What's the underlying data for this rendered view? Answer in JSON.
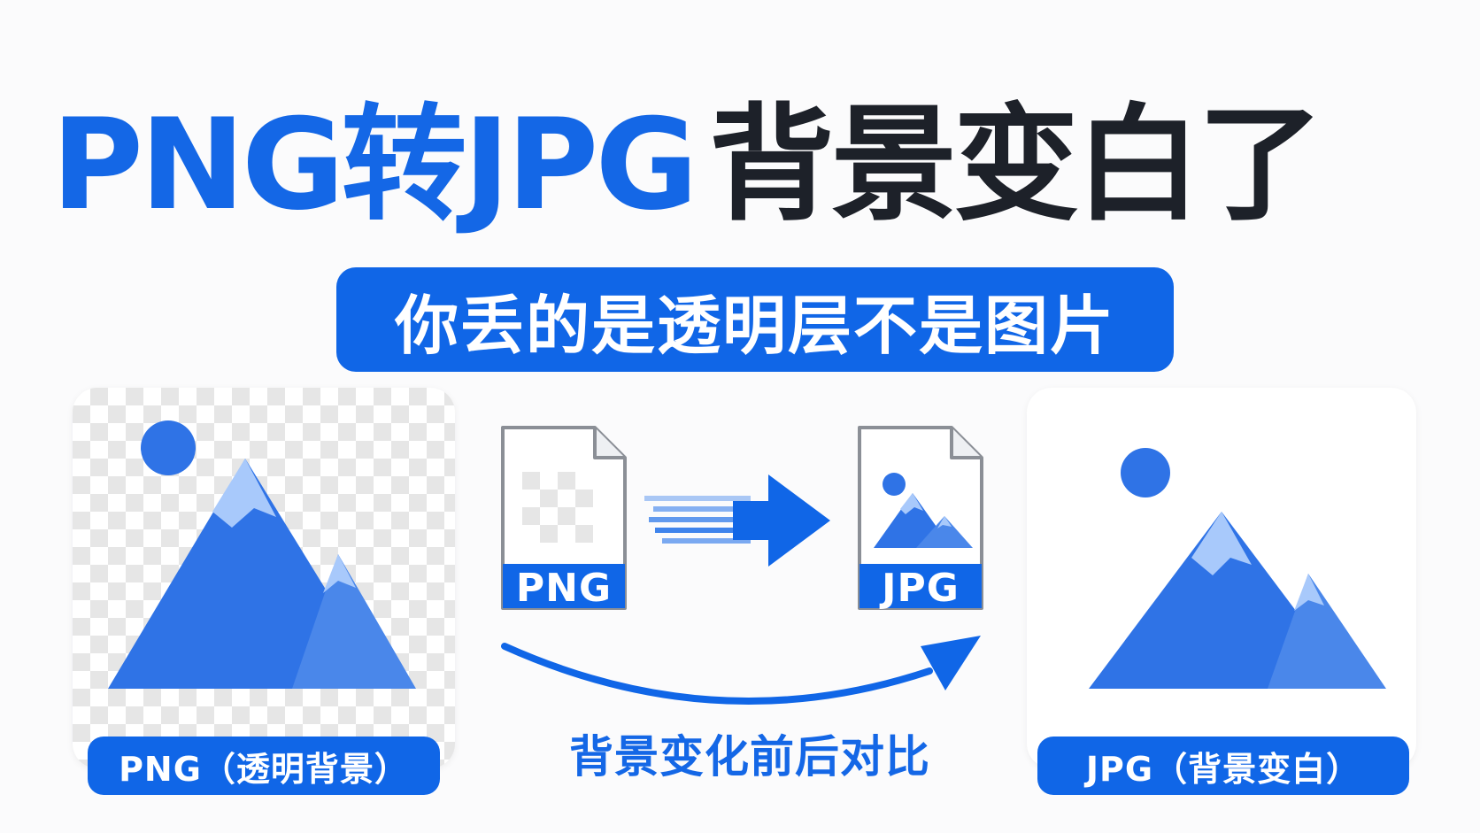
{
  "title": {
    "part1": "PNG转JPG",
    "part2": "背景变白了"
  },
  "subtitle": "你丢的是透明层不是图片",
  "left_panel": {
    "label": "PNG（透明背景）",
    "icon": "transparent-image-icon"
  },
  "right_panel": {
    "label": "JPG（背景变白）",
    "icon": "white-background-image-icon"
  },
  "files": {
    "png": "PNG",
    "jpg": "JPG"
  },
  "caption": "背景变化前后对比",
  "colors": {
    "brand_blue": "#1066e7",
    "mountain_blue": "#2f73e6",
    "mountain_light": "#a8c9fb",
    "dark_text": "#1d2129",
    "checker_gray": "#e6e6e6",
    "file_border": "#8b8f96"
  }
}
